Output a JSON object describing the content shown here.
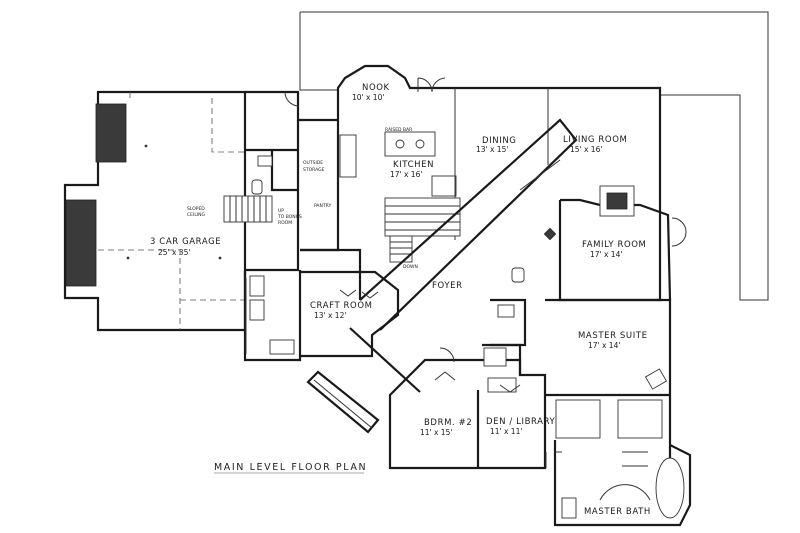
{
  "plan_title": "MAIN LEVEL FLOOR PLAN",
  "rooms": {
    "garage": {
      "name": "3 CAR GARAGE",
      "size": "25' x 35'"
    },
    "nook": {
      "name": "NOOK",
      "size": "10' x 10'"
    },
    "kitchen": {
      "name": "KITCHEN",
      "size": "17' x 16'"
    },
    "dining": {
      "name": "DINING",
      "size": "13' x 15'"
    },
    "living": {
      "name": "LIVING ROOM",
      "size": "15' x 16'"
    },
    "family": {
      "name": "FAMILY ROOM",
      "size": "17' x 14'"
    },
    "craft": {
      "name": "CRAFT ROOM",
      "size": "13' x 12'"
    },
    "foyer": {
      "name": "FOYER"
    },
    "master_suite": {
      "name": "MASTER SUITE",
      "size": "17' x 14'"
    },
    "bdrm2": {
      "name": "BDRM. #2",
      "size": "11' x 15'"
    },
    "den": {
      "name": "DEN / LIBRARY",
      "size": "11' x 11'"
    },
    "master_bath": {
      "name": "MASTER BATH"
    }
  },
  "notes": {
    "raised_bar": "RAISED BAR",
    "outside_storage_1": "OUTSIDE",
    "outside_storage_2": "STORAGE",
    "pantry": "PANTRY",
    "sloped_1": "SLOPED",
    "sloped_2": "CEILING",
    "up_1": "UP",
    "up_2": "TO BONUS",
    "up_3": "ROOM",
    "down": "DOWN"
  }
}
